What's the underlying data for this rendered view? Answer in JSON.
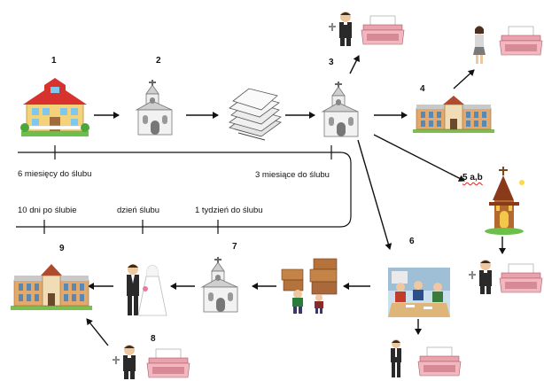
{
  "steps": {
    "s1": "1",
    "s2": "2",
    "s3": "3",
    "s4": "4",
    "s5": "5 a,b",
    "s6": "6",
    "s7": "7",
    "s8": "8",
    "s9": "9"
  },
  "timeline": {
    "t6m": "6  miesięcy do  ślubu",
    "t3m": "3 miesiące do  ślubu",
    "t10d": "10 dni po ślubie",
    "tday": "dzień ślubu",
    "t1w": "1 tydzień do  ślubu"
  },
  "icons": {
    "house": "house-icon",
    "church": "church-icon",
    "documents": "documents-stack-icon",
    "registry": "registry-office-icon",
    "chapel": "chapel-icon",
    "meeting": "meeting-icon",
    "movers": "movers-icon",
    "couple": "bride-and-groom-icon",
    "priest": "priest-icon",
    "typewriter": "typewriter-icon",
    "clerk": "clerk-woman-icon",
    "man": "man-in-suit-icon"
  }
}
